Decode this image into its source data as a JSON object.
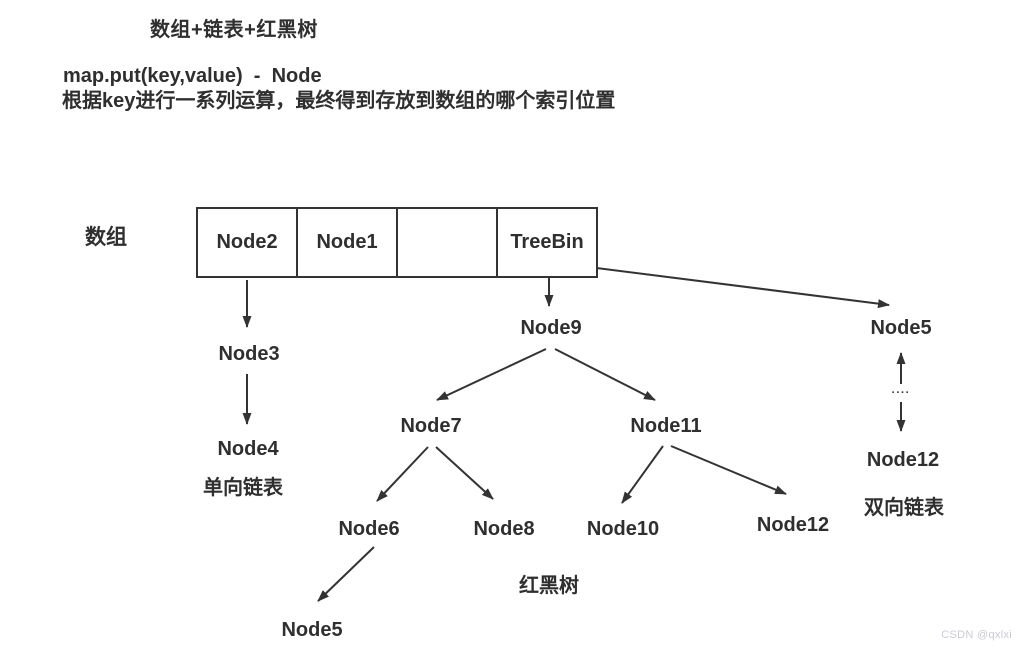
{
  "title": "数组+链表+红黑树",
  "description": {
    "line1": "map.put(key,value)  -  Node",
    "line2": "根据key进行一系列运算，最终得到存放到数组的哪个索引位置"
  },
  "array": {
    "label": "数组",
    "cells": [
      {
        "label": "Node2"
      },
      {
        "label": "Node1"
      },
      {
        "label": ""
      },
      {
        "label": "TreeBin"
      }
    ]
  },
  "singly_linked_list": {
    "nodes": [
      {
        "label": "Node3"
      },
      {
        "label": "Node4"
      }
    ],
    "caption": "单向链表"
  },
  "red_black_tree": {
    "root": "Node9",
    "left": "Node7",
    "right": "Node11",
    "left_left": "Node6",
    "left_right": "Node8",
    "right_left": "Node10",
    "right_right": "Node12",
    "left_left_child": "Node5",
    "caption": "红黑树"
  },
  "doubly_linked_list": {
    "head": "Node5",
    "tail": "Node12",
    "ellipsis": "····",
    "caption": "双向链表"
  },
  "watermark": "CSDN @qxlxi",
  "colors": {
    "text": "#2f2f2f",
    "line": "#333333",
    "watermark": "#c9cad6",
    "background": "#ffffff"
  }
}
